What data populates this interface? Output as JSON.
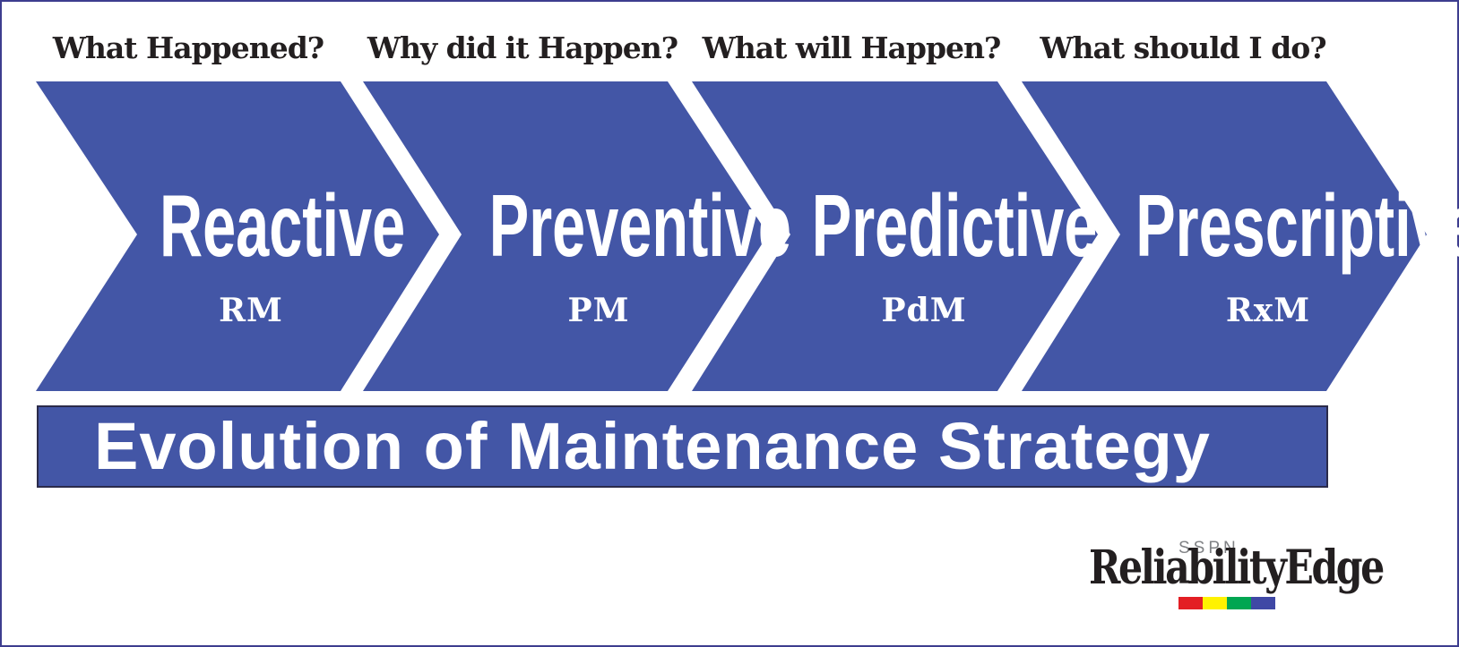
{
  "questions": [
    "What Happened?",
    "Why did it Happen?",
    "What will Happen?",
    "What should I do?"
  ],
  "stages": [
    {
      "title": "Reactive",
      "abbr": "RM"
    },
    {
      "title": "Preventive",
      "abbr": "PM"
    },
    {
      "title": "Predictive",
      "abbr": "PdM"
    },
    {
      "title": "Prescriptive",
      "abbr": "RxM"
    }
  ],
  "banner": {
    "text": "Evolution of Maintenance Strategy"
  },
  "logo": {
    "top_text": "SSPN",
    "word": "ReliabilityEdge",
    "stripe_colors": [
      "#e31e24",
      "#fff200",
      "#00a651",
      "#3f48a5"
    ]
  },
  "colors": {
    "chevron_fill": "#4356a6",
    "frame_border": "#3d3d8f",
    "question_text": "#231f20",
    "stage_text": "#ffffff"
  }
}
